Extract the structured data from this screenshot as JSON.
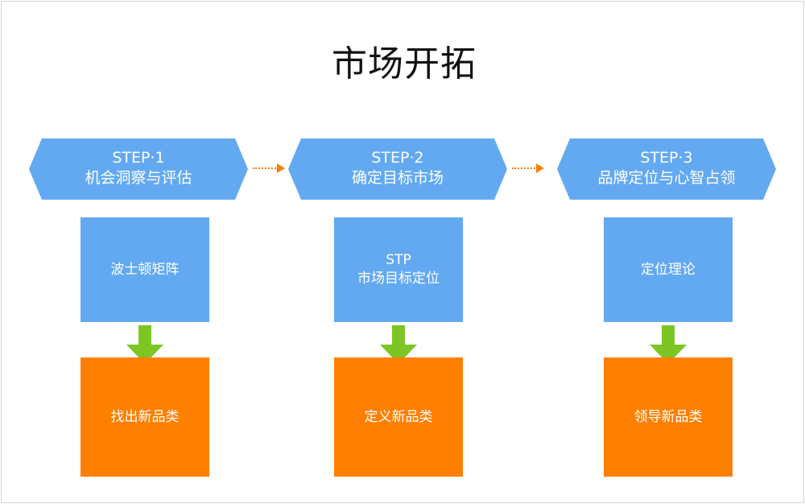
{
  "title": "市场开拓",
  "steps": [
    {
      "step": "STEP·1",
      "name": "机会洞察与评估",
      "method": [
        "波士顿矩阵"
      ],
      "result": "找出新品类"
    },
    {
      "step": "STEP·2",
      "name": "确定目标市场",
      "method": [
        "STP",
        "市场目标定位"
      ],
      "result": "定义新品类"
    },
    {
      "step": "STEP·3",
      "name": "品牌定位与心智占领",
      "method": [
        "定位理论"
      ],
      "result": "领导新品类"
    }
  ],
  "colors": {
    "step_blue": "#63a9f2",
    "result_orange": "#ff7f00",
    "arrow_green": "#7cc524",
    "connector_orange": "#ff7f00"
  }
}
